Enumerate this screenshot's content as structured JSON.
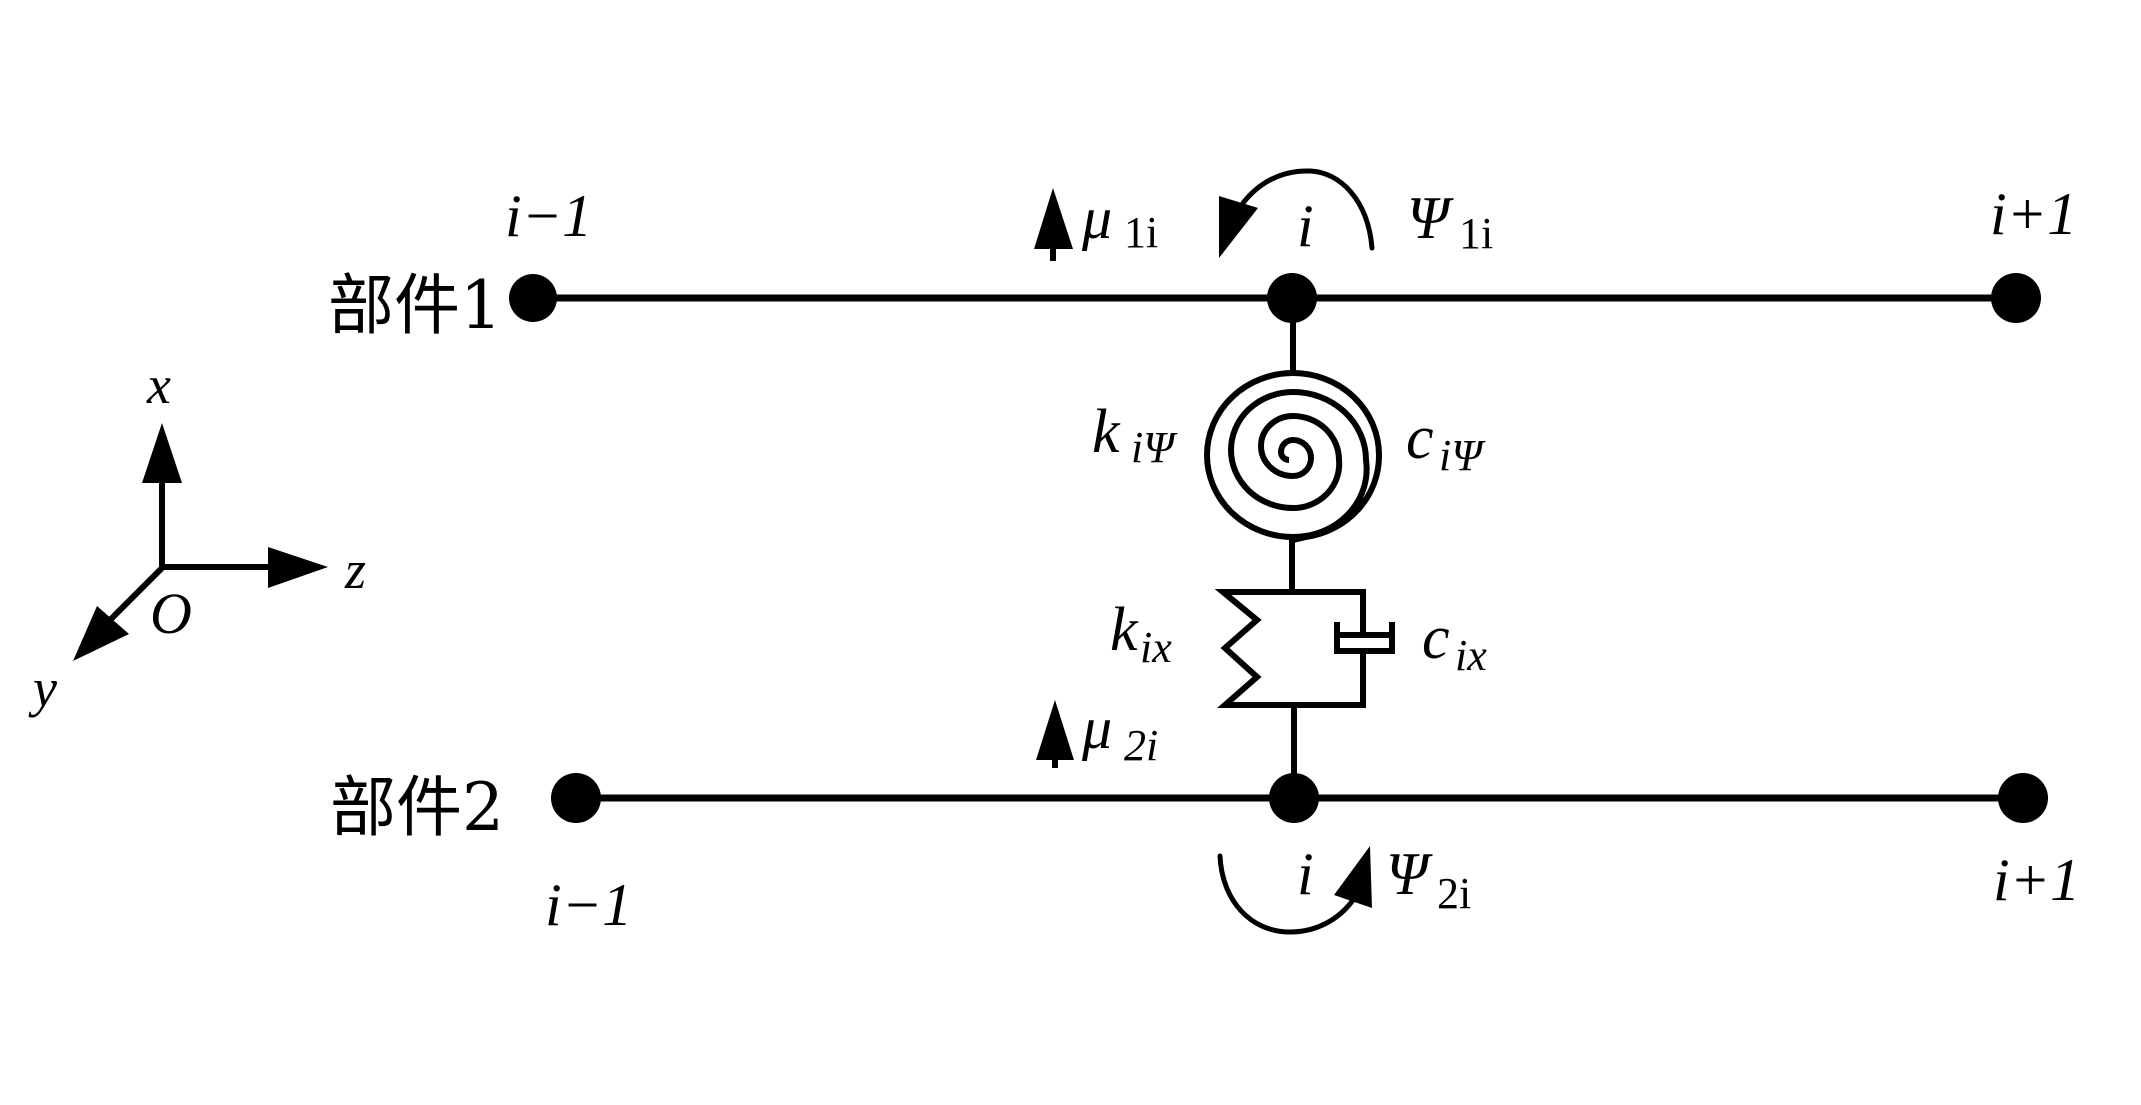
{
  "colors": {
    "background": "#ffffff",
    "ink": "#000000"
  },
  "axes": {
    "x_label": "x",
    "y_label": "y",
    "z_label": "z",
    "origin_label": "O"
  },
  "components": {
    "part1": {
      "label": "部件1",
      "node_left": "i−1",
      "node_center": "i",
      "node_right": "i+1",
      "displacement": {
        "symbol": "μ",
        "sub": "1i"
      },
      "rotation": {
        "symbol": "Ψ",
        "sub": "1i"
      }
    },
    "part2": {
      "label": "部件2",
      "node_left": "i−1",
      "node_center": "i",
      "node_right": "i+1",
      "displacement": {
        "symbol": "μ",
        "sub": "2i"
      },
      "rotation": {
        "symbol": "Ψ",
        "sub": "2i"
      }
    }
  },
  "connection": {
    "torsional_spring": {
      "symbol": "k",
      "sub": "iΨ"
    },
    "torsional_damper": {
      "symbol": "c",
      "sub": "iΨ"
    },
    "linear_spring": {
      "symbol": "k",
      "sub": "ix"
    },
    "linear_damper": {
      "symbol": "c",
      "sub": "ix"
    }
  }
}
